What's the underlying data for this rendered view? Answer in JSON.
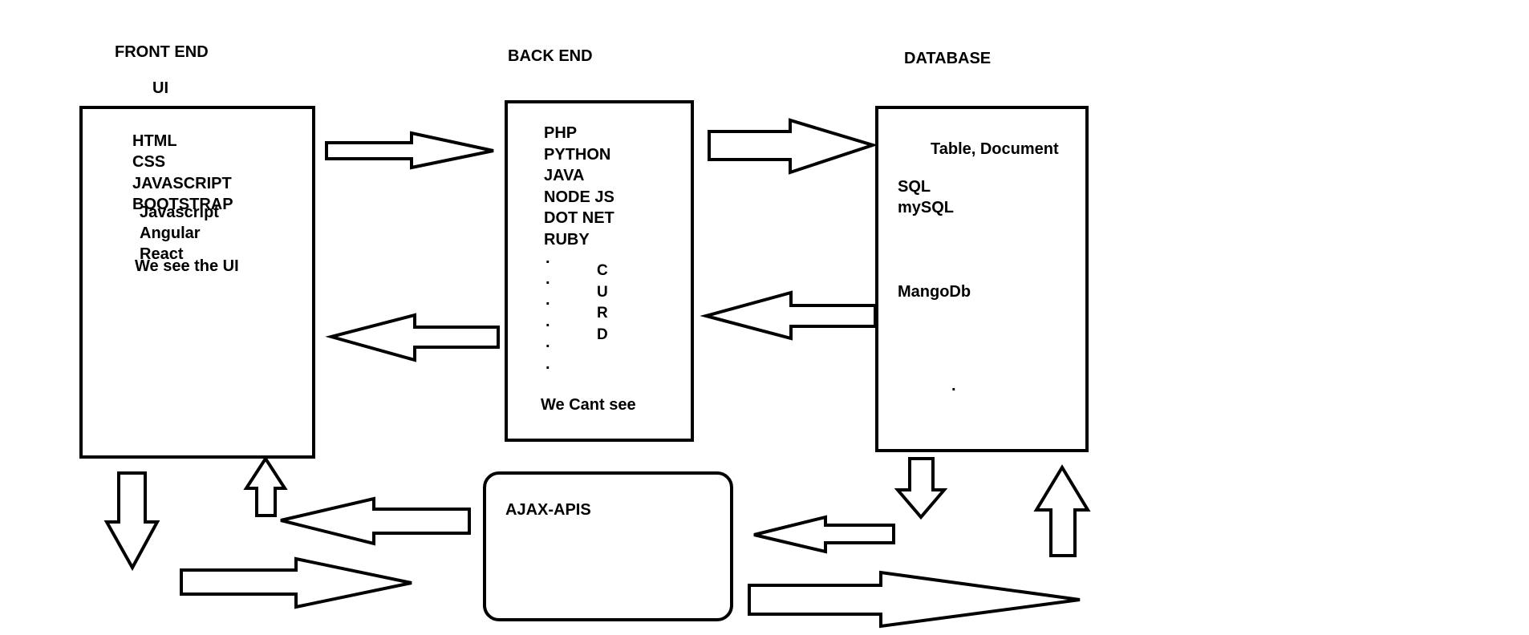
{
  "colors": {
    "stroke": "#000000",
    "background": "#ffffff",
    "text": "#000000"
  },
  "headings": {
    "front_end": "FRONT END",
    "ui": "UI",
    "back_end": "BACK END",
    "database": "DATABASE"
  },
  "front_end_box": {
    "items": [
      "HTML",
      "CSS",
      "JAVASCRIPT",
      "BOOTSTRAP",
      "Javascript",
      "Angular",
      "React",
      "We see the UI"
    ]
  },
  "back_end_box": {
    "languages": [
      "PHP",
      "PYTHON",
      "JAVA",
      "NODE JS",
      "DOT NET",
      "RUBY"
    ],
    "dots": [
      ".",
      ".",
      ".",
      ".",
      ".",
      "."
    ],
    "curd": [
      "C",
      "U",
      "R",
      "D"
    ],
    "note": "We Cant see"
  },
  "database_box": {
    "types": "Table, Document",
    "items": [
      "SQL",
      "mySQL",
      "MangoDb"
    ],
    "dot": "."
  },
  "ajax_box": {
    "label": "AJAX-APIS"
  }
}
